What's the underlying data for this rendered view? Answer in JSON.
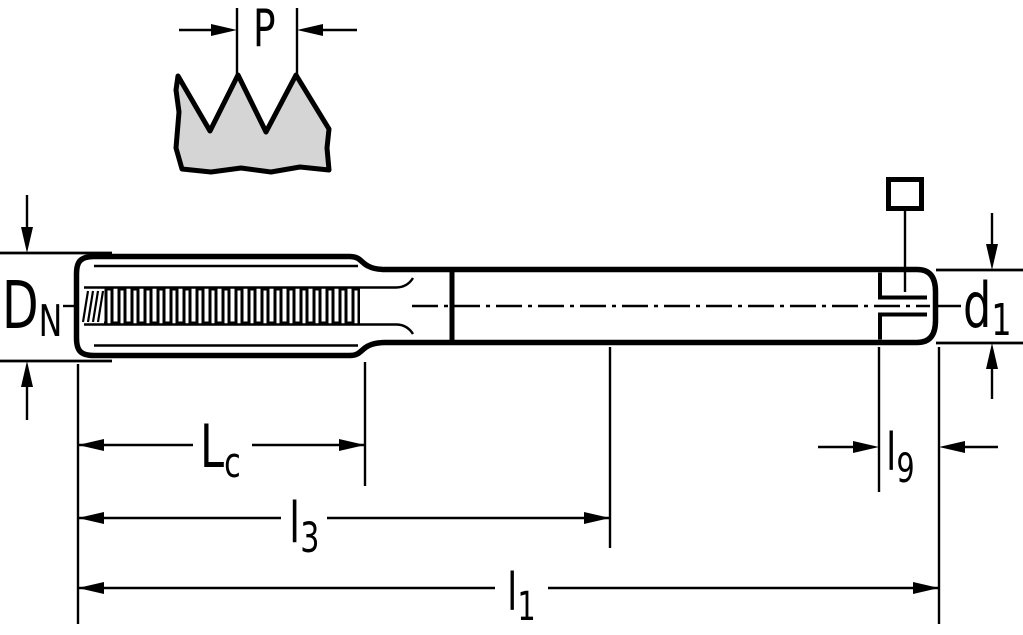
{
  "drawing": {
    "kind": "tap-dimension-drawing",
    "labels": {
      "pitch": {
        "main": "P"
      },
      "dn": {
        "main": "D",
        "sub": "N"
      },
      "d1": {
        "main": "d",
        "sub": "1"
      },
      "lc": {
        "main": "L",
        "sub": "c"
      },
      "l3": {
        "main": "l",
        "sub": "3"
      },
      "l1": {
        "main": "l",
        "sub": "1"
      },
      "l9": {
        "main": "l",
        "sub": "9"
      }
    },
    "icons": {
      "square_drive": "square-drive-icon"
    },
    "colors": {
      "body_fill": "#d5d5d5",
      "line": "#000000",
      "background": "#ffffff"
    }
  }
}
